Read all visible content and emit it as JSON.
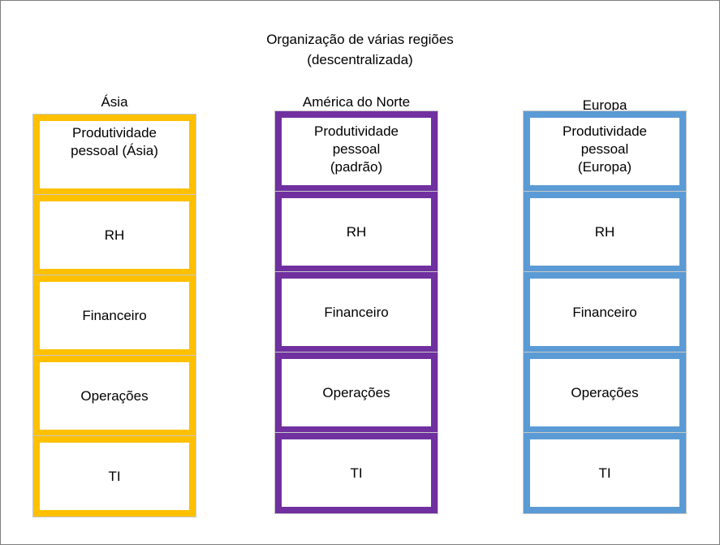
{
  "title": {
    "line1": "Organização de várias regiões",
    "line2": "(descentralizada)"
  },
  "colors": {
    "asia": "#FFC000",
    "north_america": "#7030A0",
    "europe": "#5B9BD5",
    "frame": "#7F7F7F"
  },
  "columns": [
    {
      "label": "Ásia",
      "boxes": [
        "Produtividade\npessoal (Ásia)",
        "RH",
        "Financeiro",
        "Operações",
        "TI"
      ]
    },
    {
      "label": "América do Norte",
      "boxes": [
        "Produtividade\npessoal\n(padrão)",
        "RH",
        "Financeiro",
        "Operações",
        "TI"
      ]
    },
    {
      "label": "Europa",
      "boxes": [
        "Produtividade\npessoal\n(Europa)",
        "RH",
        "Financeiro",
        "Operações",
        "TI"
      ]
    }
  ]
}
